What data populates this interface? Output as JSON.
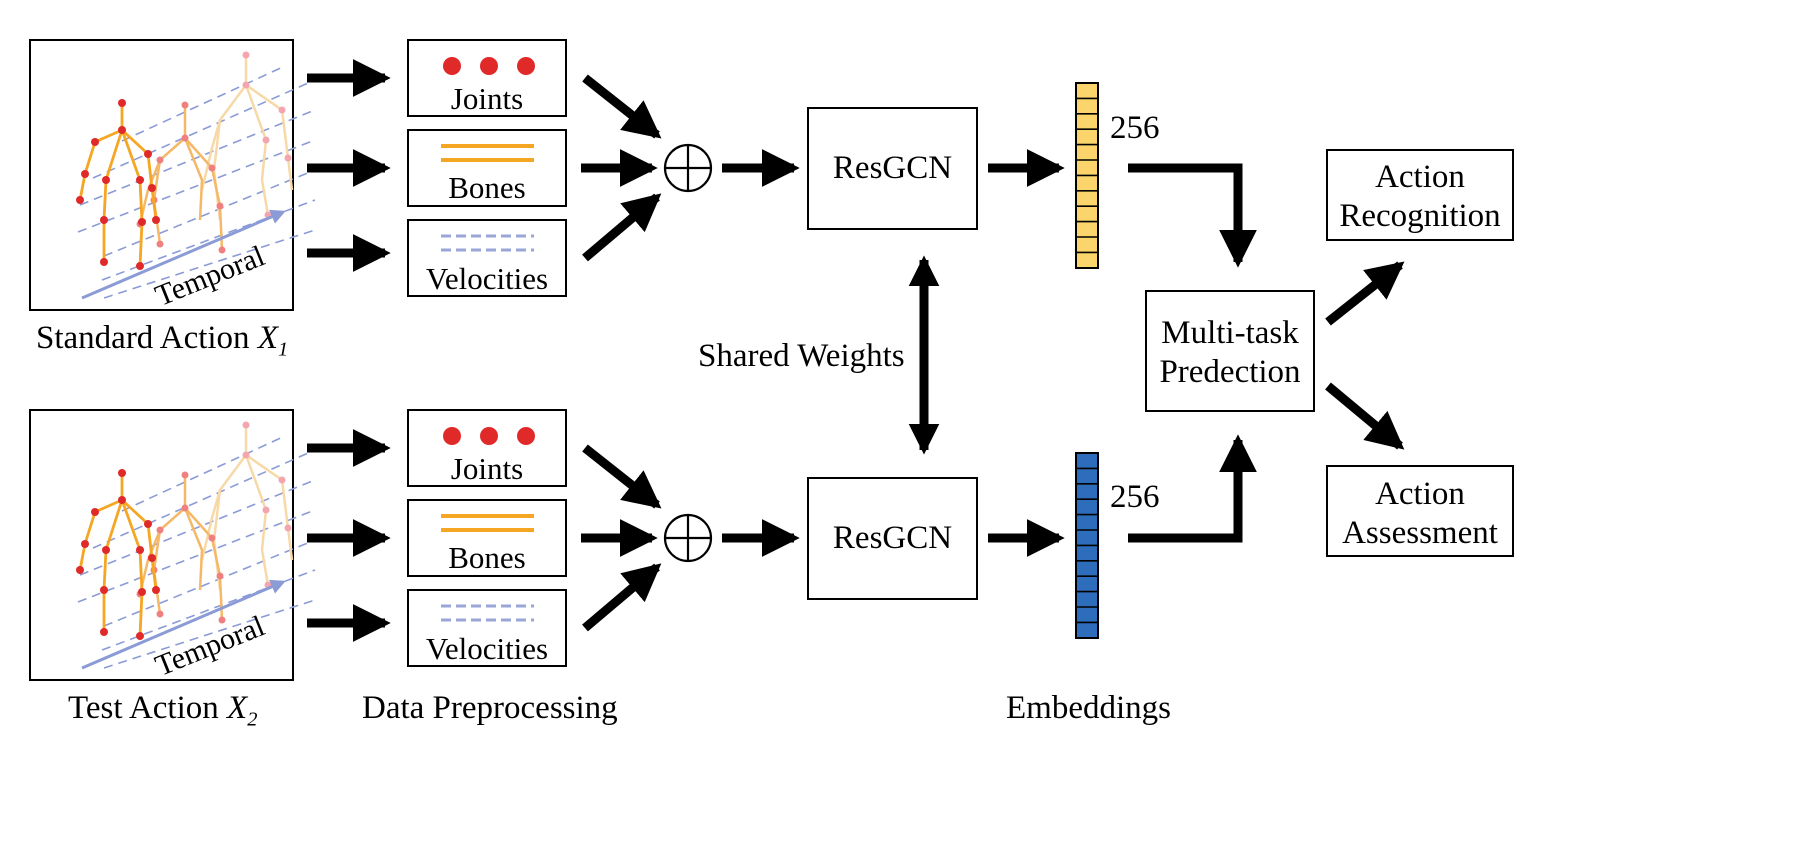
{
  "actions": {
    "standard": {
      "text": "Standard Action ",
      "var": "X",
      "sub": "1"
    },
    "test": {
      "text": "Test Action ",
      "var": "X",
      "sub": "2"
    },
    "temporal": "Temporal"
  },
  "preprocessing": {
    "joints": "Joints",
    "bones": "Bones",
    "velocities": "Velocities",
    "caption": "Data Preprocessing"
  },
  "encoder": {
    "top": "ResGCN",
    "bottom": "ResGCN",
    "shared": "Shared Weights"
  },
  "embeddings": {
    "top_dim": "256",
    "bottom_dim": "256",
    "caption": "Embeddings",
    "top_color": "#FBD56C",
    "bottom_color": "#2E6DBB"
  },
  "prediction": {
    "line1": "Multi-task",
    "line2": "Predection"
  },
  "outputs": {
    "recognition_1": "Action",
    "recognition_2": "Recognition",
    "assessment_1": "Action",
    "assessment_2": "Assessment"
  },
  "colors": {
    "joint": "#E02A2A",
    "bone": "#F5A623",
    "velocity": "#9AA6D8",
    "skeleton_faded": "#F4C48A",
    "joint_faded": "#F3A6B0",
    "temporal_arrow": "#8B9BD6"
  }
}
